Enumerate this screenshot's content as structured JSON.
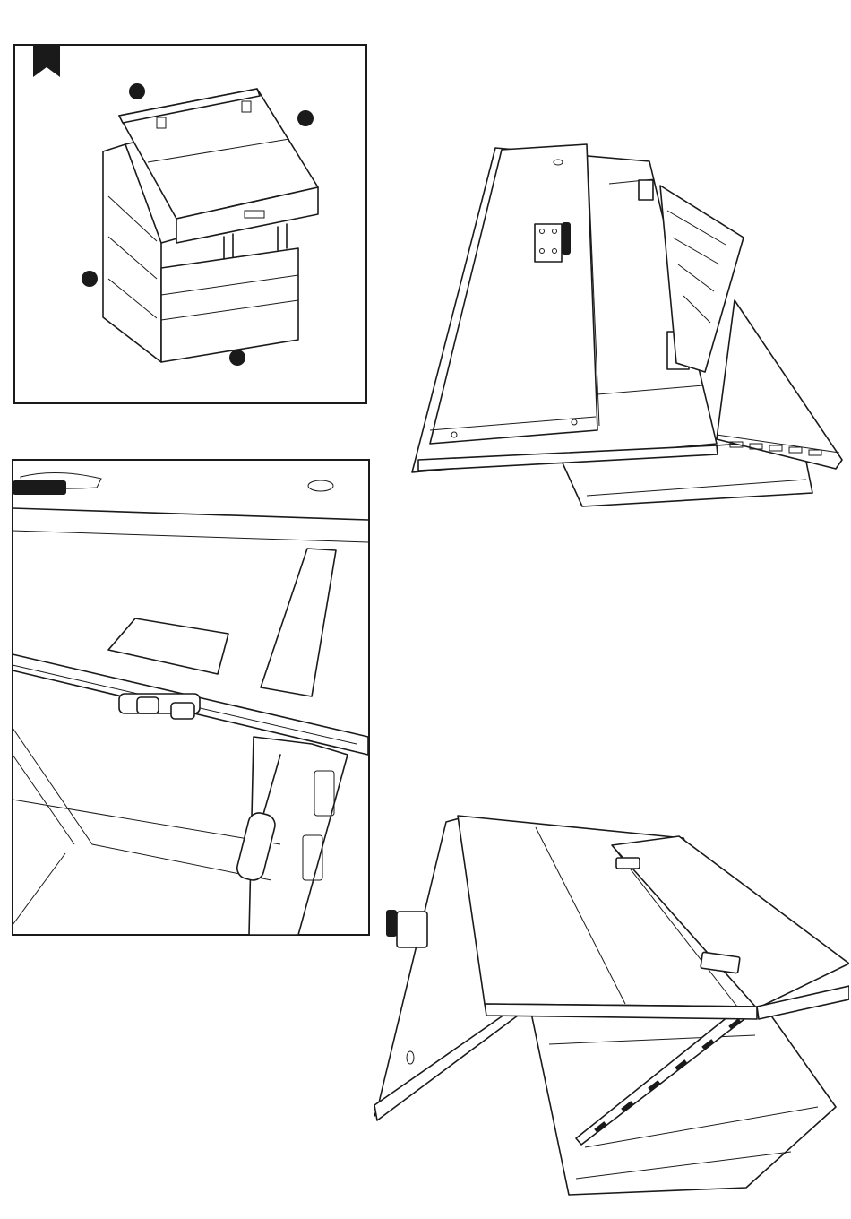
{
  "page": {
    "background": "#ffffff",
    "ink": "#1a1a1a"
  },
  "figures": [
    {
      "name": "overview",
      "icon": "bookmark-icon",
      "markers": 4
    },
    {
      "name": "lid-open-view"
    },
    {
      "name": "hinge-screwing-closeup",
      "icon": "screwdriver-icon"
    },
    {
      "name": "lid-hinges-view"
    }
  ]
}
